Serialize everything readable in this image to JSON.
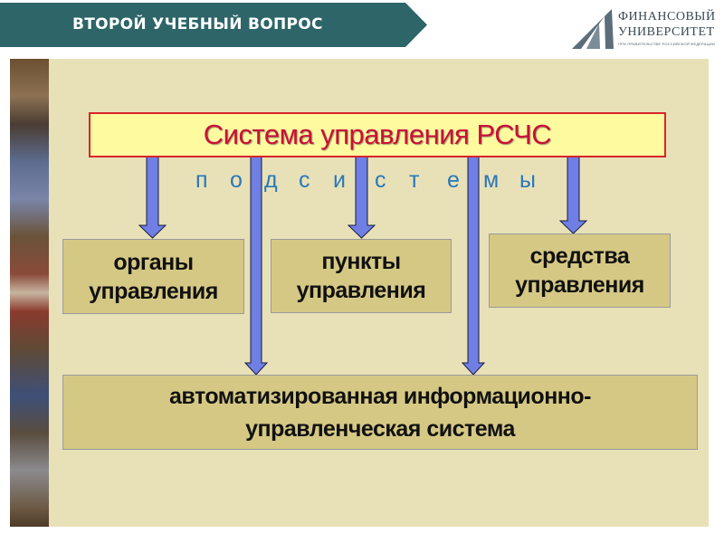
{
  "header": {
    "title": "ВТОРОЙ УЧЕБНЫЙ ВОПРОС",
    "banner_color": "#2d6568"
  },
  "logo": {
    "line1": "ФИНАНСОВЫЙ",
    "line2": "УНИВЕРСИТЕТ",
    "subtitle": "ПРИ ПРАВИТЕЛЬСТВЕ РОССИЙСКОЙ ФЕДЕРАЦИИ"
  },
  "diagram": {
    "root": "Система управления РСЧС",
    "subsystems_letters": [
      "п",
      "о",
      "д",
      "с",
      "и",
      "с",
      "т",
      "е",
      "м",
      "ы"
    ],
    "subsystems_word": "подсистемы",
    "nodes": [
      {
        "line1": "органы",
        "line2": "управления"
      },
      {
        "line1": "пункты",
        "line2": "управления"
      },
      {
        "line1": "средства",
        "line2": "управления"
      }
    ],
    "bottom_node": {
      "line1": "автоматизированная информационно-",
      "line2": "управленческая система"
    },
    "colors": {
      "arrow": "#6f7fe3",
      "title_text": "#c8103a",
      "title_bg": "#fefaa0",
      "title_border": "#d8262b",
      "node_bg": "#d5c884",
      "subsystems_text": "#2a78b8"
    }
  }
}
